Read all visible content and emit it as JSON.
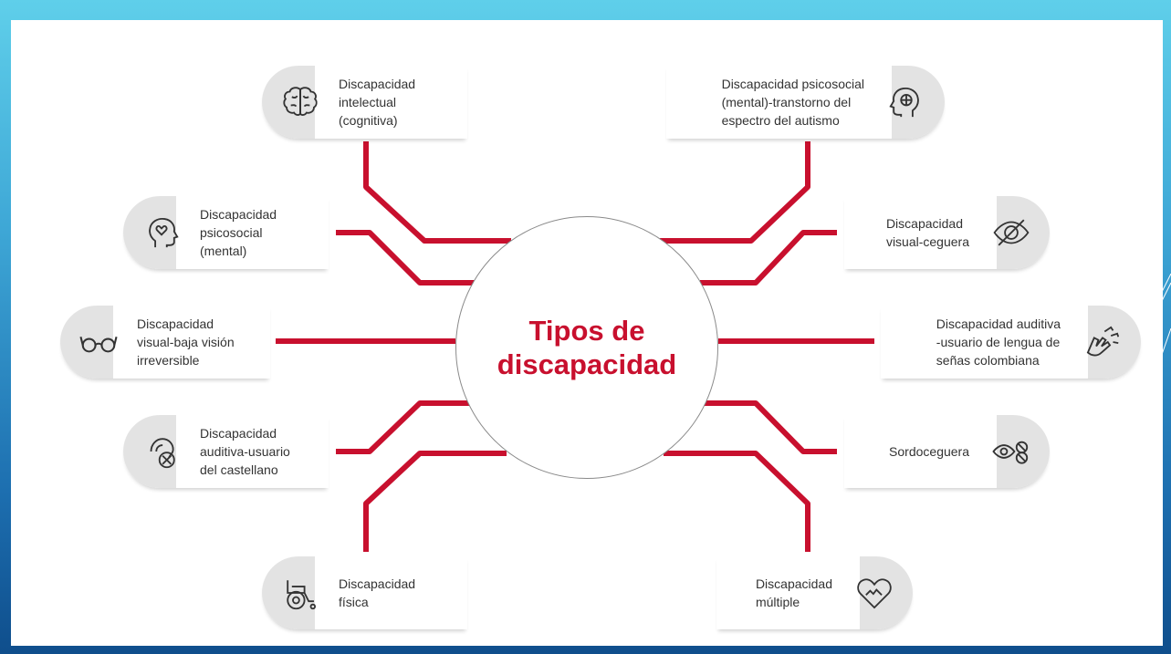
{
  "diagram": {
    "center_title": "Tipos de discapacidad",
    "accent_color": "#c8102e",
    "items": [
      {
        "id": "intelectual",
        "label": "Discapacidad\nintelectual\n(cognitiva)",
        "icon": "brain-icon",
        "side": "left"
      },
      {
        "id": "psicosocial",
        "label": "Discapacidad\npsicosocial\n(mental)",
        "icon": "head-heart-icon",
        "side": "left"
      },
      {
        "id": "baja-vision",
        "label": "Discapacidad\nvisual-baja visión\nirreversible",
        "icon": "glasses-icon",
        "side": "left"
      },
      {
        "id": "auditiva-castellano",
        "label": "Discapacidad\nauditiva-usuario\ndel castellano",
        "icon": "ear-blocked-icon",
        "side": "left"
      },
      {
        "id": "fisica",
        "label": "Discapacidad\nfísica",
        "icon": "wheelchair-icon",
        "side": "left"
      },
      {
        "id": "autismo",
        "label": "Discapacidad psicosocial\n(mental)-transtorno del\nespectro del autismo",
        "icon": "head-puzzle-icon",
        "side": "right"
      },
      {
        "id": "ceguera",
        "label": "Discapacidad\nvisual-ceguera",
        "icon": "eye-crossed-icon",
        "side": "right"
      },
      {
        "id": "lengua-senas",
        "label": "Discapacidad auditiva\n-usuario de lengua de\nseñas colombiana",
        "icon": "sign-hands-icon",
        "side": "right"
      },
      {
        "id": "sordoceguera",
        "label": "Sordoceguera",
        "icon": "eye-ear-icon",
        "side": "right"
      },
      {
        "id": "multiple",
        "label": "Discapacidad\nmúltiple",
        "icon": "heart-hands-icon",
        "side": "right"
      }
    ]
  }
}
